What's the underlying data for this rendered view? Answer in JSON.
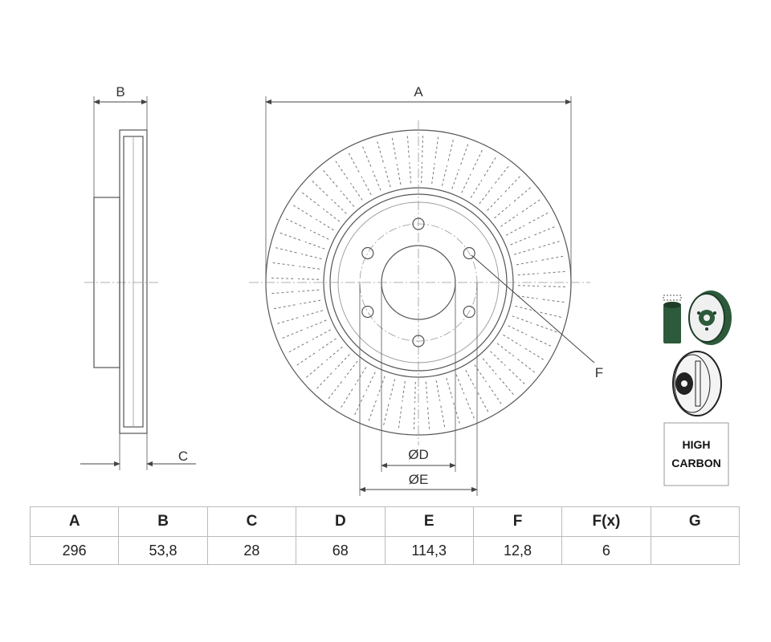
{
  "labels": {
    "a": "A",
    "b": "B",
    "c": "C",
    "d": "ØD",
    "e": "ØE",
    "f": "F"
  },
  "badge": {
    "line1": "HIGH",
    "line2": "CARBON"
  },
  "icons": [
    "coated-disc-icon",
    "vented-disc-icon",
    "high-carbon-badge"
  ],
  "table": {
    "headers": [
      "A",
      "B",
      "C",
      "D",
      "E",
      "F",
      "F(x)",
      "G"
    ],
    "values": [
      "296",
      "53,8",
      "28",
      "68",
      "114,3",
      "12,8",
      "6",
      ""
    ]
  }
}
